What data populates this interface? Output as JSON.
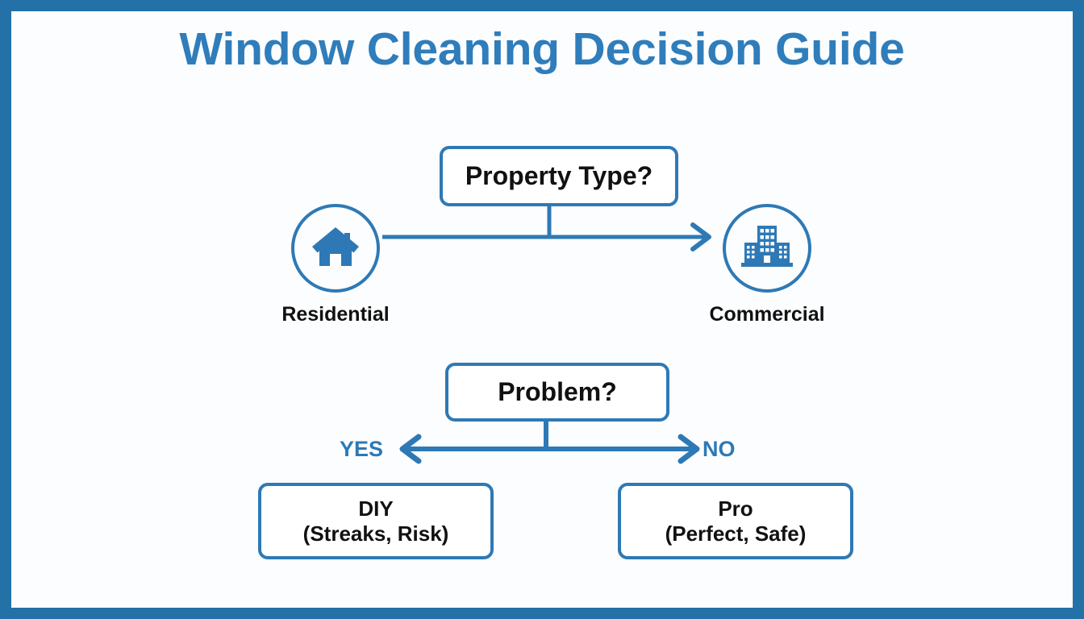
{
  "page": {
    "title": "Window Cleaning Decision Guide",
    "frame_color": "#2471A8",
    "background_color": "#FCFDFE",
    "accent_color": "#2E79B5",
    "title_color": "#2F7DBB",
    "text_color": "#111111"
  },
  "diagram": {
    "type": "decision-flowchart",
    "nodes": {
      "property_type": {
        "label": "Property Type?",
        "shape": "rounded-rectangle"
      },
      "residential": {
        "icon": "house-icon",
        "caption": "Residential",
        "shape": "circle"
      },
      "commercial": {
        "icon": "office-buildings-icon",
        "caption": "Commercial",
        "shape": "circle"
      },
      "problem": {
        "label": "Problem?",
        "shape": "rounded-rectangle"
      },
      "diy": {
        "line1": "DIY",
        "line2": "(Streaks, Risk)",
        "shape": "rounded-rectangle"
      },
      "pro": {
        "line1": "Pro",
        "line2": "(Perfect, Safe)",
        "shape": "rounded-rectangle"
      }
    },
    "branches": {
      "yes_label": "YES",
      "no_label": "NO"
    },
    "edges": [
      {
        "from": "property_type",
        "to": "residential-commercial-axis",
        "style": "vertical-stem"
      },
      {
        "from": "residential",
        "to": "commercial",
        "style": "arrow-right"
      },
      {
        "from": "problem",
        "to": "branch-bar",
        "style": "vertical-stem"
      },
      {
        "from": "branch-bar",
        "to": "diy",
        "style": "arrow-left",
        "label": "YES"
      },
      {
        "from": "branch-bar",
        "to": "pro",
        "style": "arrow-right",
        "label": "NO"
      }
    ]
  }
}
